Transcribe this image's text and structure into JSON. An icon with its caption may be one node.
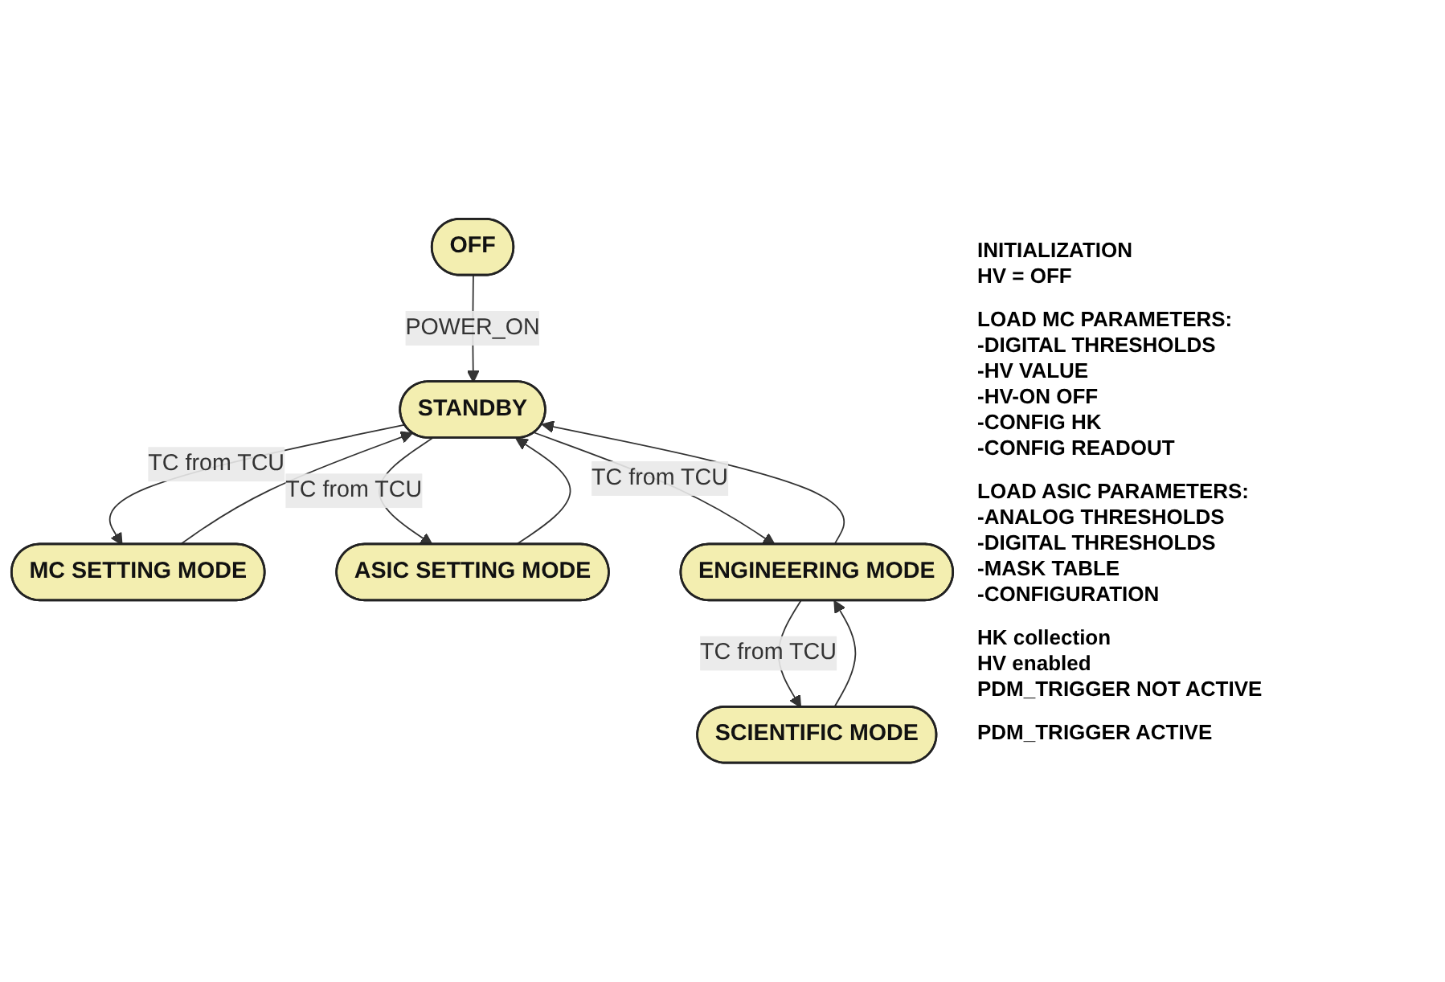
{
  "diagram": {
    "nodes": [
      {
        "text": [
          "OFF"
        ]
      },
      {
        "text": [
          "STANDBY"
        ],
        "beside": [
          "INITIALIZATION",
          "HV = OFF"
        ]
      },
      {
        "text": [
          "MC SETTING MODE"
        ],
        "beside": [
          "LOAD MC PARAMETERS:",
          "-DIGITAL THRESHOLDS",
          "-HV VALUE",
          "-HV-ON OFF",
          "-CONFIG HK",
          "-CONFIG READOUT"
        ]
      },
      {
        "text": [
          "ASIC SETTING MODE"
        ],
        "beside": [
          "LOAD ASIC PARAMETERS:",
          "-ANALOG THRESHOLDS",
          "-DIGITAL THRESHOLDS",
          "-MASK TABLE",
          "-CONFIGURATION"
        ]
      },
      {
        "text": [
          "ENGINEERING MODE"
        ],
        "beside": [
          "HK collection",
          "HV enabled",
          "PDM_TRIGGER NOT ACTIVE"
        ]
      },
      {
        "text": [
          "SCIENTIFIC MODE"
        ],
        "beside": [
          "PDM_TRIGGER ACTIVE"
        ]
      }
    ],
    "edges": [
      {
        "from": 0,
        "to": 1,
        "arrow": "to",
        "label": "POWER_ON"
      },
      {
        "from": 1,
        "to": 2,
        "arrow": "to",
        "label": "TC from TCU"
      },
      {
        "from": 2,
        "to": 1,
        "arrow": "to"
      },
      {
        "from": 1,
        "to": 3,
        "arrow": "to",
        "label": "TC from TCU"
      },
      {
        "from": 3,
        "to": 1,
        "arrow": "to"
      },
      {
        "from": 1,
        "to": 4,
        "arrow": "to",
        "label": "TC from TCU"
      },
      {
        "from": 4,
        "to": 1,
        "arrow": "to"
      },
      {
        "from": 4,
        "to": 5,
        "arrow": "to",
        "label": "TC from TCU"
      },
      {
        "from": 5,
        "to": 4,
        "arrow": "to"
      }
    ]
  }
}
